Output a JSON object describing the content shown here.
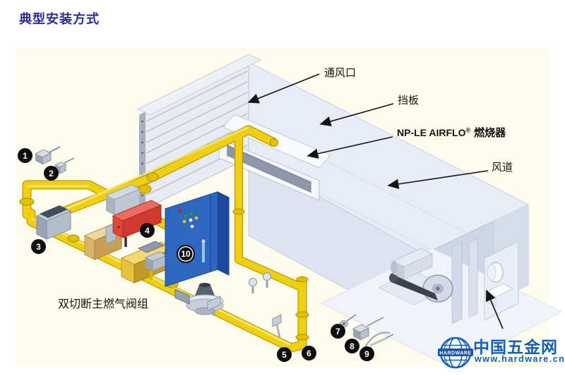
{
  "page": {
    "title": "典型安装方式"
  },
  "labels": {
    "vent": "通风口",
    "damper": "挡板",
    "burner_name": "NP-LE AIRFLO",
    "burner_reg": "®",
    "burner_type": "燃烧器",
    "duct": "风道",
    "valve_group": "双切断主燃气阀组"
  },
  "callouts": [
    "1",
    "2",
    "3",
    "4",
    "5",
    "6",
    "7",
    "8",
    "9",
    "10"
  ],
  "watermark": {
    "site_name": "中国五金网",
    "site_url": "www.hardware.cn",
    "globe_label": "HARDWARE"
  },
  "colors": {
    "title_navy": "#2b2b96",
    "panel_cream": "#fdfbec",
    "pipe_yellow": "#f0cf10",
    "cabinet_blue": "#2e66c0",
    "device_red": "#e2463a",
    "watermark_blue": "#1660b4",
    "duct_light_blue": "#e8ecf6"
  }
}
